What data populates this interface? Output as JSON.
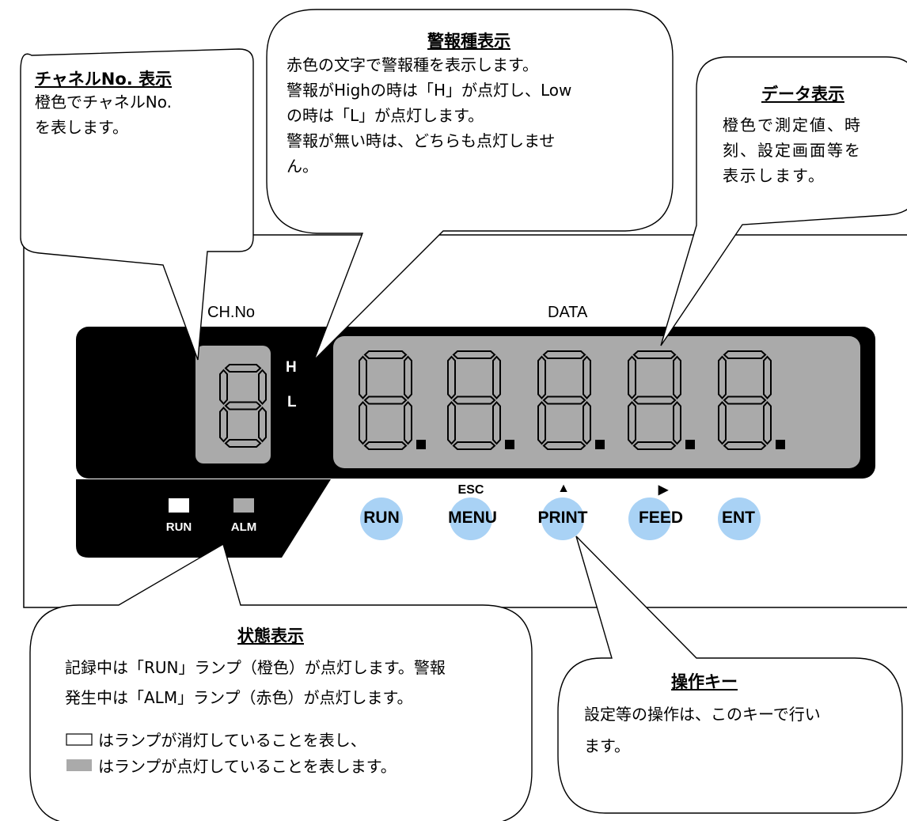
{
  "panel": {
    "ch_label": "CH.No",
    "data_label": "DATA",
    "high_indicator": "H",
    "low_indicator": "L",
    "lamps": [
      {
        "label": "RUN",
        "state": "off",
        "color": "#ffffff"
      },
      {
        "label": "ALM",
        "state": "on",
        "color": "#aaaaaa"
      }
    ],
    "keys": [
      {
        "label": "RUN",
        "sub": ""
      },
      {
        "label": "MENU",
        "sub": "ESC"
      },
      {
        "label": "PRINT",
        "sub": "▲"
      },
      {
        "label": "FEED",
        "sub": "▶"
      },
      {
        "label": "ENT",
        "sub": ""
      }
    ],
    "key_highlight_color": "#a9d2f5",
    "lcd_color": "#aaaaaa",
    "body_color": "#000000"
  },
  "callouts": {
    "channel": {
      "title": "チャネルNo. 表示",
      "lines": [
        "橙色でチャネルNo.",
        "を表します。"
      ]
    },
    "alarm_type": {
      "title": "警報種表示",
      "lines": [
        "赤色の文字で警報種を表示します。",
        "警報がHighの時は「H」が点灯し、Low",
        "の時は「L」が点灯します。",
        "警報が無い時は、どちらも点灯しませ",
        "ん。"
      ]
    },
    "data": {
      "title": "データ表示",
      "lines": [
        "橙色で測定値、時",
        "刻、設定画面等を",
        "表示します。"
      ]
    },
    "status": {
      "title": "状態表示",
      "lines": [
        "記録中は「RUN」ランプ（橙色）が点灯します。警報",
        "発生中は「ALM」ランプ（赤色）が点灯します。"
      ],
      "legend_off": "はランプが消灯していることを表し、",
      "legend_on": "はランプが点灯していることを表します。"
    },
    "keys": {
      "title": "操作キー",
      "lines": [
        "設定等の操作は、このキーで行い",
        "ます。"
      ]
    }
  }
}
